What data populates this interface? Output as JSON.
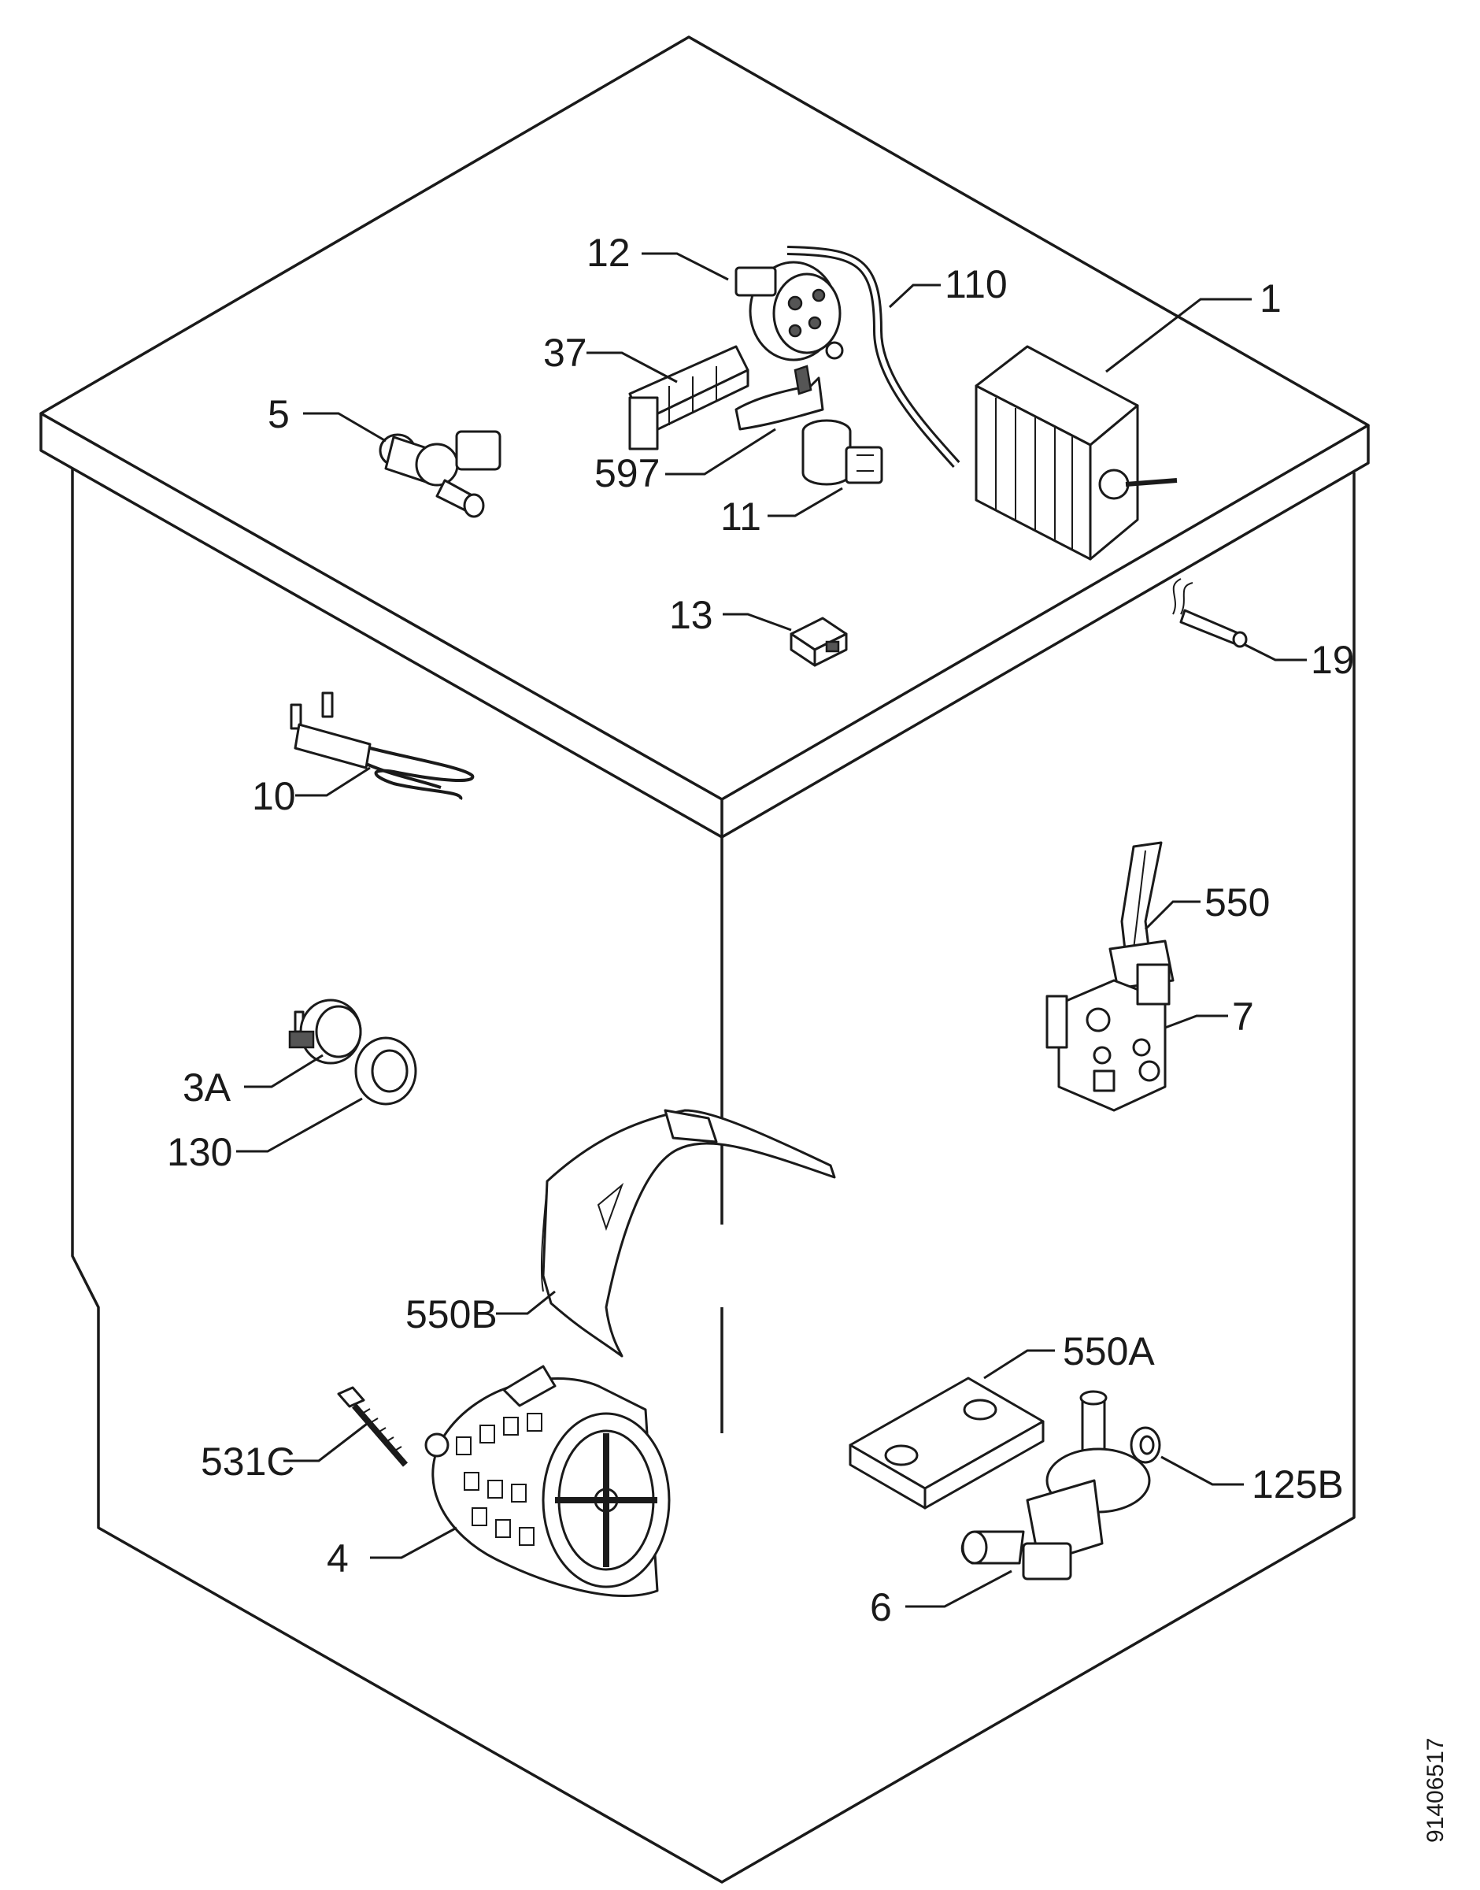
{
  "labels": {
    "p12": "12",
    "p110": "110",
    "p1": "1",
    "p37": "37",
    "p5": "5",
    "p597": "597",
    "p11": "11",
    "p13": "13",
    "p19": "19",
    "p10": "10",
    "p550": "550",
    "p7": "7",
    "p3a": "3A",
    "p130": "130",
    "p550b": "550B",
    "p550a": "550A",
    "p531c": "531C",
    "p125b": "125B",
    "p4": "4",
    "p6": "6"
  },
  "drawing_number": "91406517"
}
